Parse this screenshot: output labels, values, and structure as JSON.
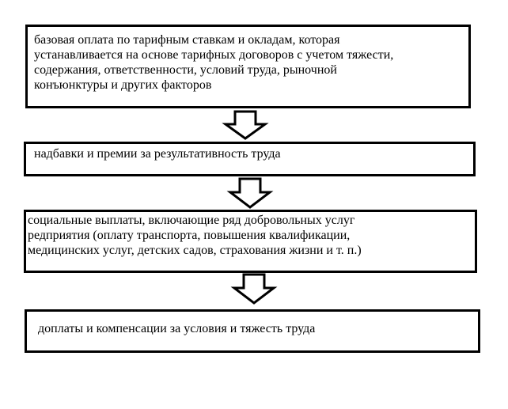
{
  "diagram": {
    "blocks": [
      {
        "text": "базовая оплата по тарифным ставкам и окладам, которая\nустанавливается на основе тарифных договоров с учетом тяжести,\nсодержания, ответственности, условий труда, рыночной\nконъюнктуры и других факторов"
      },
      {
        "text": "надбавки и премии за результативность труда"
      },
      {
        "text": "социальные выплаты, включающие ряд добровольных услуг\nредприятия (оплату транспорта, повышения квалификации,\nмедицинских услуг, детских садов, страхования жизни и т. п.)"
      },
      {
        "text": "доплаты и компенсации за условия и тяжесть труда"
      }
    ],
    "arrow_direction": "down",
    "border_color": "#000000",
    "background_color": "#ffffff"
  }
}
